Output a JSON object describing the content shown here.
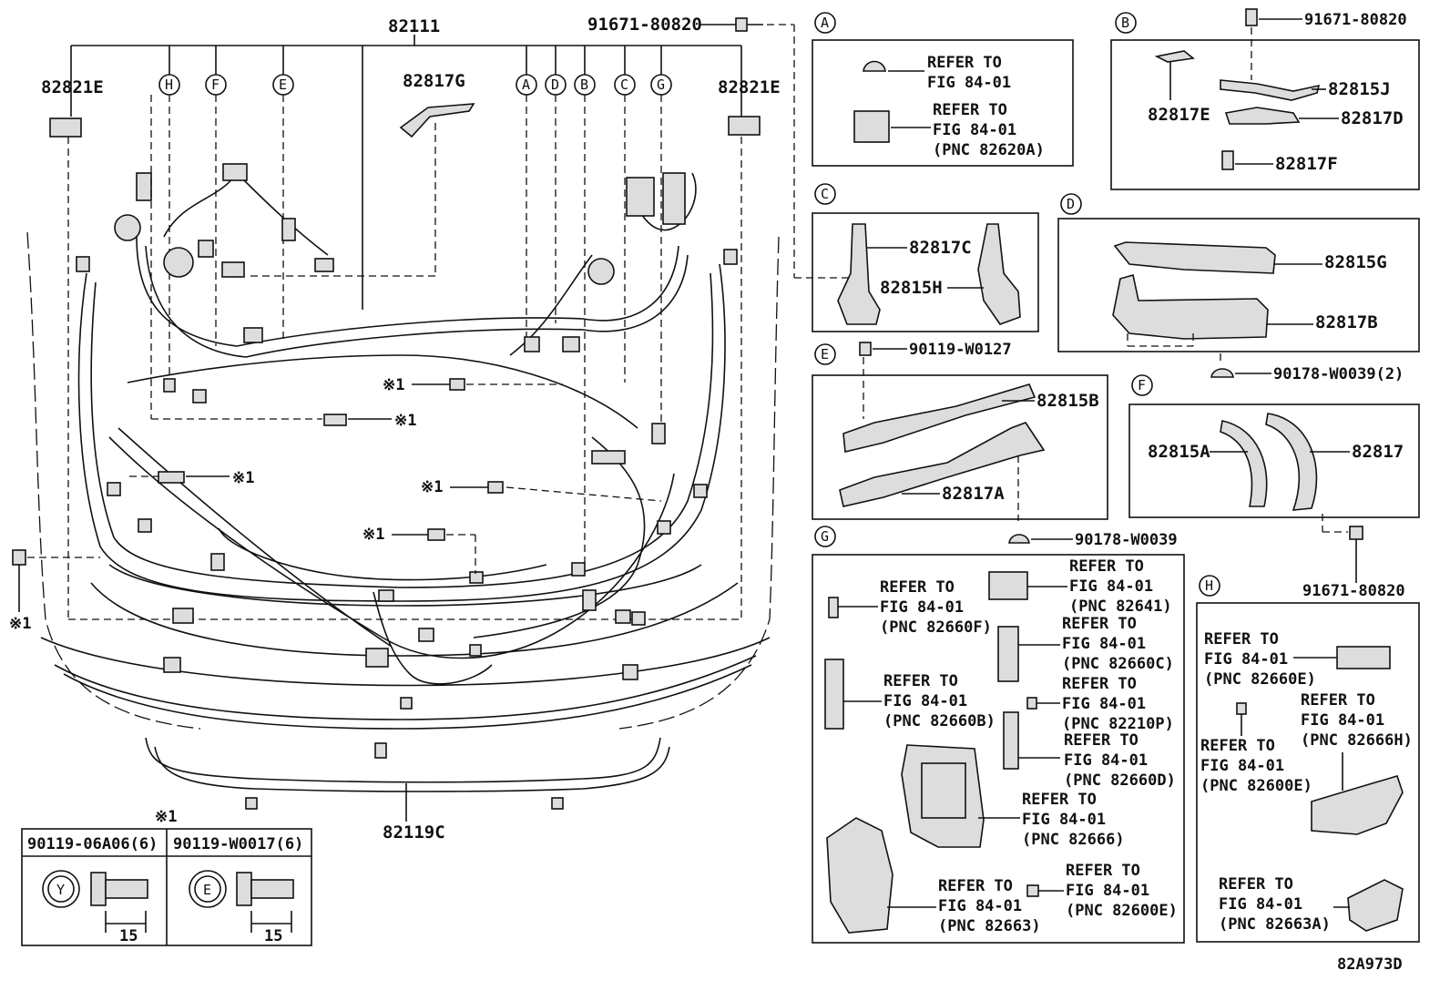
{
  "main": {
    "harness_pn": "82111",
    "front_harness_pn": "82119C",
    "top_bolt_pn": "91671-80820",
    "left_bracket_pn": "82821E",
    "right_bracket_pn": "82821E",
    "clamp_top_pn": "82817G",
    "callouts": [
      "H",
      "F",
      "E",
      "A",
      "D",
      "B",
      "C",
      "G"
    ],
    "note_mark": "※1"
  },
  "note_table": {
    "mark": "※1",
    "col1_pn": "90119-06A06(6)",
    "col1_letter": "Y",
    "col1_dim": "15",
    "col2_pn": "90119-W0017(6)",
    "col2_letter": "E",
    "col2_dim": "15"
  },
  "panel_a": {
    "letter": "A",
    "ref1": [
      "REFER TO",
      "FIG 84-01"
    ],
    "ref2": [
      "REFER TO",
      "FIG 84-01",
      "(PNC 82620A)"
    ]
  },
  "panel_b": {
    "letter": "B",
    "bolt_pn": "91671-80820",
    "parts": [
      "82815J",
      "82817E",
      "82817D",
      "82817F"
    ]
  },
  "panel_c": {
    "letter": "C",
    "parts": [
      "82817C",
      "82815H"
    ]
  },
  "panel_d": {
    "letter": "D",
    "parts": [
      "82815G",
      "82817B"
    ],
    "clip_pn": "90178-W0039(2)"
  },
  "panel_e": {
    "letter": "E",
    "bolt_pn": "90119-W0127",
    "parts": [
      "82815B",
      "82817A"
    ],
    "clip_pn": "90178-W0039"
  },
  "panel_f": {
    "letter": "F",
    "parts": [
      "82815A",
      "82817"
    ],
    "bolt_pn": "91671-80820"
  },
  "panel_g": {
    "letter": "G",
    "refs": [
      [
        "REFER TO",
        "FIG 84-01",
        "(PNC 82641)"
      ],
      [
        "REFER TO",
        "FIG 84-01",
        "(PNC 82660F)"
      ],
      [
        "REFER TO",
        "FIG 84-01",
        "(PNC 82660C)"
      ],
      [
        "REFER TO",
        "FIG 84-01",
        "(PNC 82660B)"
      ],
      [
        "REFER TO",
        "FIG 84-01",
        "(PNC 82210P)"
      ],
      [
        "REFER TO",
        "FIG 84-01",
        "(PNC 82660D)"
      ],
      [
        "REFER TO",
        "FIG 84-01",
        "(PNC 82666)"
      ],
      [
        "REFER TO",
        "FIG 84-01",
        "(PNC 82663)"
      ],
      [
        "REFER TO",
        "FIG 84-01",
        "(PNC 82600E)"
      ]
    ]
  },
  "panel_h": {
    "letter": "H",
    "refs": [
      [
        "REFER TO",
        "FIG 84-01",
        "(PNC 82660E)"
      ],
      [
        "REFER TO",
        "FIG 84-01",
        "(PNC 82666H)"
      ],
      [
        "REFER TO",
        "FIG 84-01",
        "(PNC 82600E)"
      ],
      [
        "REFER TO",
        "FIG 84-01",
        "(PNC 82663A)"
      ]
    ]
  },
  "figure_code": "82A973D"
}
